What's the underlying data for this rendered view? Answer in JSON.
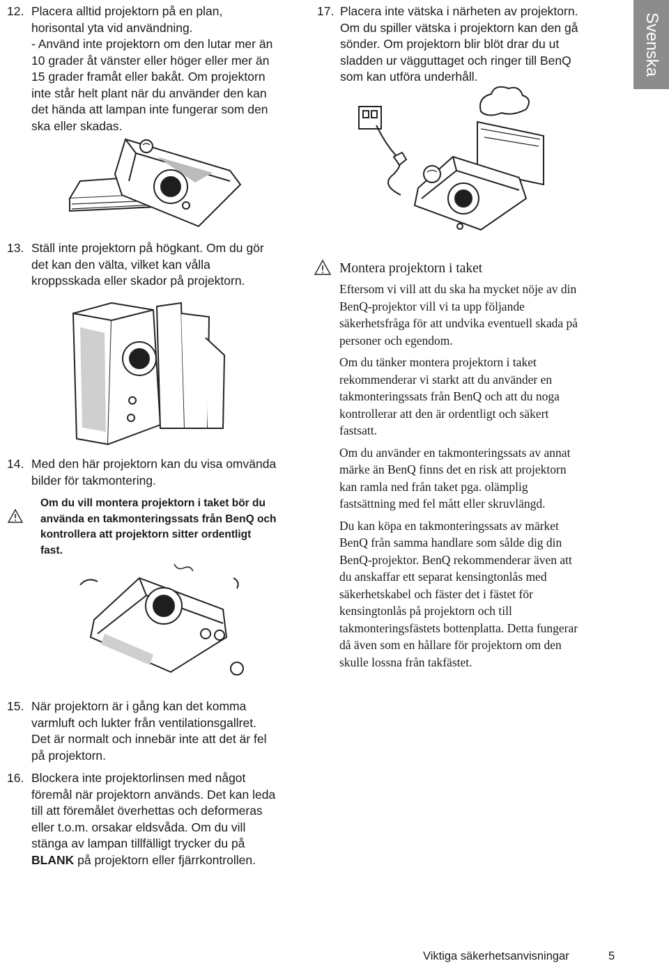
{
  "side_tab": "Svenska",
  "items": [
    {
      "number": "12.",
      "lines": [
        "Placera alltid projektorn på en plan,",
        "horisontal yta vid användning.",
        "- Använd inte projektorn om den lutar mer än",
        "10 grader åt vänster eller höger eller mer än",
        "15 grader framåt eller bakåt. Om projektorn",
        "inte står helt plant när du använder den kan",
        "det hända att lampan inte fungerar som den",
        "ska eller skadas."
      ]
    },
    {
      "number": "13.",
      "lines": [
        "Ställ inte projektorn på högkant. Om du gör",
        "det kan den välta, vilket kan vålla",
        "kroppsskada eller skador på projektorn."
      ]
    },
    {
      "number": "14.",
      "lines": [
        "Med den här projektorn kan du visa omvända",
        "bilder för takmontering."
      ]
    },
    {
      "number": "15.",
      "lines": [
        "När projektorn är i gång kan det komma",
        "varmluft och lukter från ventilationsgallret.",
        "Det är normalt och innebär inte att det är fel",
        "på projektorn."
      ]
    },
    {
      "number": "16.",
      "lines": [
        "Blockera inte projektorlinsen med något",
        "föremål när projektorn används. Det kan leda",
        "till att föremålet överhettas och deformeras",
        "eller t.o.m. orsakar eldsvåda. Om du vill",
        "stänga av lampan tillfälligt trycker du på"
      ],
      "last_line_bold": "BLANK",
      "last_line_rest": " på projektorn eller fjärrkontrollen."
    },
    {
      "number": "17.",
      "lines": [
        "Placera inte vätska i närheten av projektorn.",
        "Om du spiller vätska i projektorn kan den gå",
        "sönder. Om projektorn blir blöt drar du ut",
        "sladden ur vägguttaget och ringer till BenQ",
        "som kan utföra underhåll."
      ]
    }
  ],
  "warning_14": [
    "Om du vill montera projektorn i taket bör du",
    "använda en takmonteringssats från BenQ och",
    "kontrollera att projektorn sitter ordentligt",
    "fast."
  ],
  "sidebar": {
    "title": "Montera projektorn i taket",
    "paragraphs": [
      [
        "Eftersom vi vill att du ska ha mycket nöje av din",
        "BenQ-projektor vill vi ta upp följande",
        "säkerhetsfråga för att undvika eventuell skada på",
        "personer och egendom."
      ],
      [
        "Om du tänker montera projektorn i taket",
        "rekommenderar vi starkt att du använder en",
        "takmonteringssats från BenQ och att du noga",
        "kontrollerar att den är ordentligt och säkert",
        "fastsatt."
      ],
      [
        "Om du använder en takmonteringssats av annat",
        "märke än BenQ finns det en risk att projektorn",
        "kan ramla ned från taket pga. olämplig",
        "fastsättning med fel mått eller skruvlängd."
      ],
      [
        "Du kan köpa en takmonteringssats av märket",
        "BenQ från samma handlare som sålde dig din",
        "BenQ-projektor. BenQ rekommenderar även att",
        "du anskaffar ett separat kensingtonlås med",
        "säkerhetskabel och fäster det i fästet för",
        "kensingtonlås på projektorn och till",
        "takmonteringsfästets bottenplatta. Detta fungerar",
        "då även som en hållare för projektorn om den",
        "skulle lossna från takfästet."
      ]
    ]
  },
  "footer": {
    "section": "Viktiga säkerhetsanvisningar",
    "page": "5"
  }
}
